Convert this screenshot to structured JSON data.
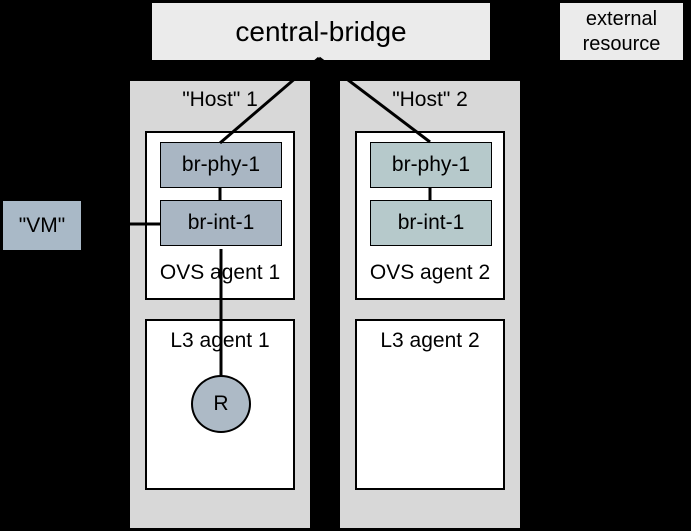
{
  "central_bridge": "central-bridge",
  "external_resource": "external resource",
  "vm_label": "\"VM\"",
  "hosts": [
    {
      "title": "\"Host\" 1",
      "br_phy": "br-phy-1",
      "br_int": "br-int-1",
      "ovs_agent": "OVS agent 1",
      "l3_agent": "L3 agent 1",
      "router": "R"
    },
    {
      "title": "\"Host\" 2",
      "br_phy": "br-phy-1",
      "br_int": "br-int-1",
      "ovs_agent": "OVS agent 2",
      "l3_agent": "L3 agent 2"
    }
  ],
  "colors": {
    "background": "#000000",
    "host_panel": "#d8d8d8",
    "top_box": "#ebebeb",
    "white_box": "#ffffff",
    "host1_accent": "#a9b6c3",
    "host2_accent": "#b6c9cb",
    "vm_fill": "#a9b9c7",
    "router_fill": "#adbac6",
    "line": "#000000"
  }
}
